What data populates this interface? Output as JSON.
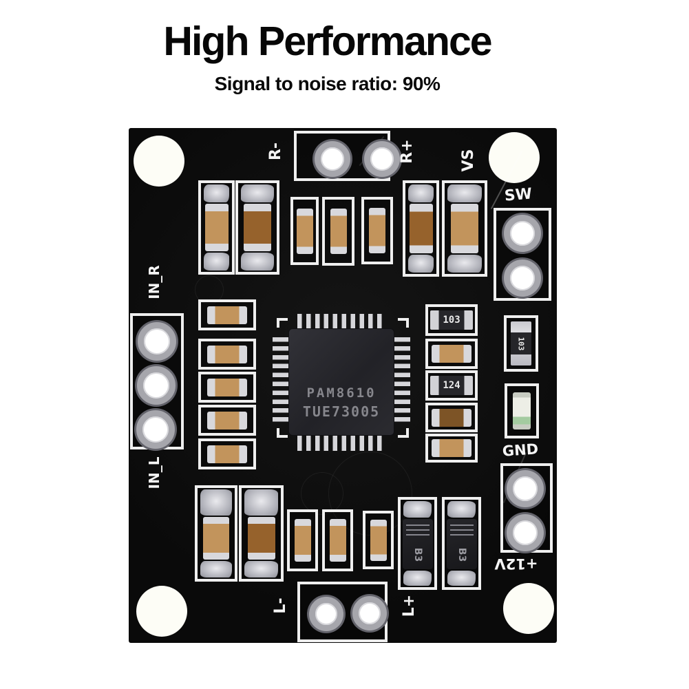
{
  "heading": {
    "title": "High Performance",
    "subtitle": "Signal to noise ratio: 90%"
  },
  "board": {
    "labels": {
      "r_minus": "R-",
      "r_plus": "R+",
      "vs": "VS",
      "sw": "SW",
      "in_r": "IN_R",
      "in_l": "IN_L",
      "gnd": "GND",
      "v12": "+12V",
      "l_minus": "L-",
      "l_plus": "L+"
    },
    "chip": {
      "line1": "PAM8610",
      "line2": "TUE73005"
    },
    "markings": {
      "r103_a": "103",
      "r124": "124",
      "r103_b": "103",
      "b3": "B3"
    },
    "colors": {
      "pcb": "#0c0c0c",
      "silkscreen": "#f5f5f5",
      "capacitor_tan": "#c2945c",
      "capacitor_brown": "#96622c",
      "solder": "#c9c9cf",
      "chip_body": "#28282d",
      "chip_text": "#86868c",
      "led_green": "#a4cba0"
    }
  }
}
